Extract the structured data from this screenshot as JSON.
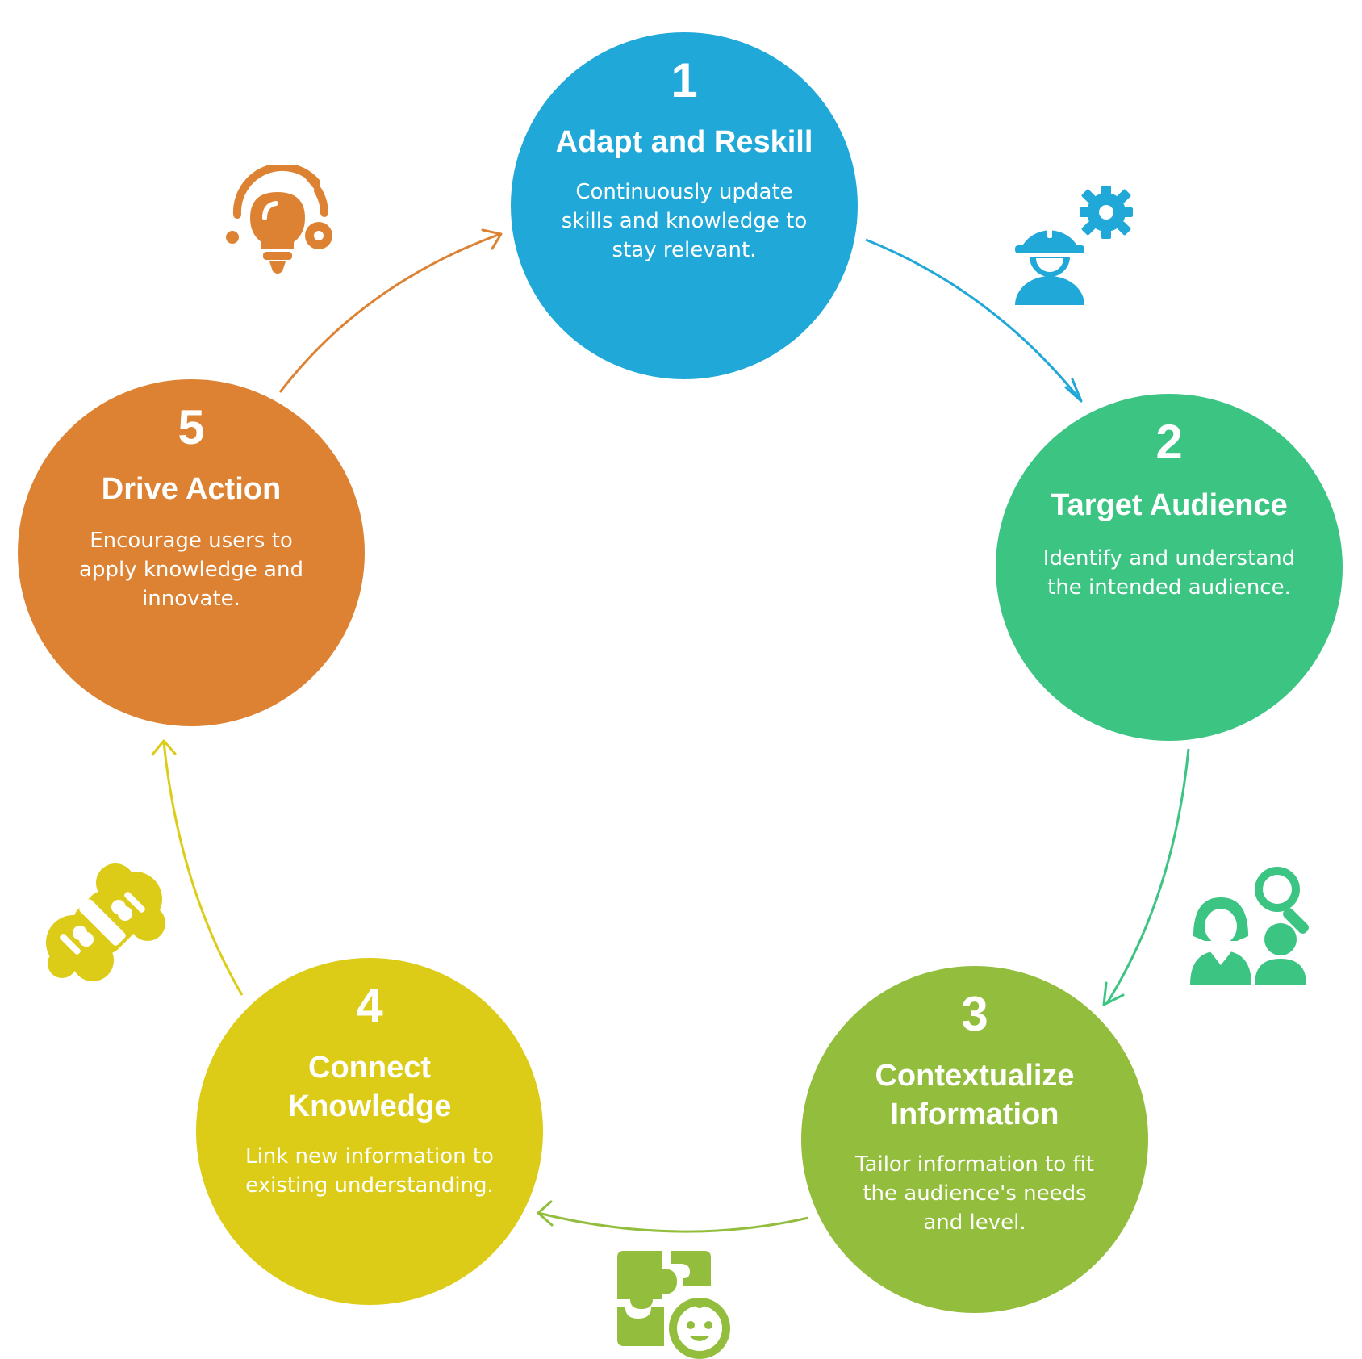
{
  "steps": [
    {
      "number": "1",
      "title": "Adapt and Reskill",
      "description": "Continuously update skills and knowledge to stay relevant.",
      "color": "#20a8d8",
      "icon": "worker-gear-icon"
    },
    {
      "number": "2",
      "title": "Target Audience",
      "description": "Identify and understand the intended audience.",
      "color": "#3cc483",
      "icon": "people-search-icon"
    },
    {
      "number": "3",
      "title": "Contextualize Information",
      "description": "Tailor information to fit the audience's needs and level.",
      "color": "#93bd3c",
      "icon": "puzzle-baby-icon"
    },
    {
      "number": "4",
      "title": "Connect Knowledge",
      "description": "Link new information to existing understanding.",
      "color": "#dccc17",
      "icon": "bone-link-icon"
    },
    {
      "number": "5",
      "title": "Drive Action",
      "description": "Encourage users to apply knowledge and innovate.",
      "color": "#dd8233",
      "icon": "lightbulb-orbit-icon"
    }
  ]
}
